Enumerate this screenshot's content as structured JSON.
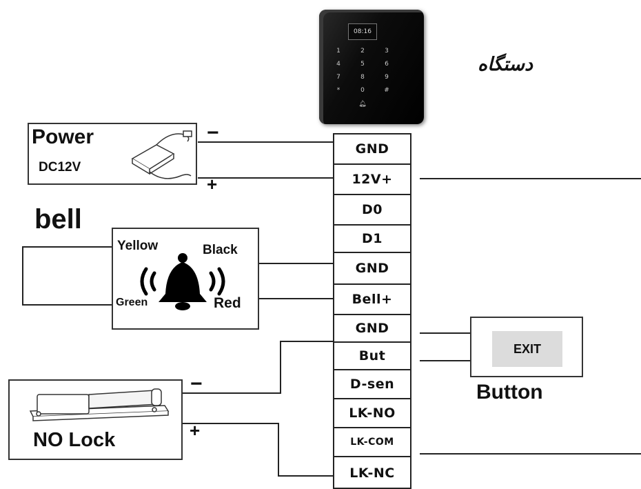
{
  "device": {
    "label": "دستگاه",
    "screen_time": "08:16",
    "keys": [
      "1",
      "2",
      "3",
      "4",
      "5",
      "6",
      "7",
      "8",
      "9",
      "*",
      "0",
      "#"
    ]
  },
  "terminals": [
    "GND",
    "12V+",
    "D0",
    "D1",
    "GND",
    "Bell+",
    "GND",
    "But",
    "D-sen",
    "LK-NO",
    "LK-COM",
    "LK-NC"
  ],
  "power": {
    "title": "Power",
    "voltage": "DC12V",
    "minus": "−",
    "plus": "+"
  },
  "bell": {
    "title": "bell",
    "yellow": "Yellow",
    "black": "Black",
    "green": "Green",
    "red": "Red"
  },
  "exit_button": {
    "key_label": "EXIT",
    "caption": "Button"
  },
  "lock": {
    "title": "NO Lock",
    "minus": "−",
    "plus": "+"
  }
}
